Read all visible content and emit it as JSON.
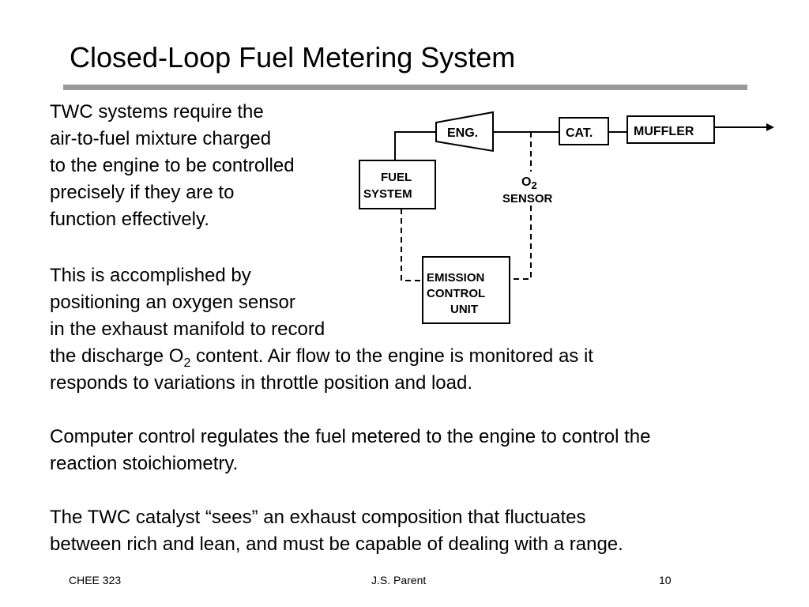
{
  "slide": {
    "title": "Closed-Loop Fuel Metering System"
  },
  "body": {
    "para1_lines": [
      "TWC systems require the",
      "air-to-fuel mixture charged",
      "to the engine to be controlled",
      "precisely if they are to",
      "function effectively."
    ],
    "para2_lines": [
      "This is accomplished by",
      "positioning an oxygen sensor",
      "in the exhaust manifold to record"
    ],
    "para2_line4_a": "the discharge O",
    "para2_line4_sub": "2",
    "para2_line4_b": " content.  Air flow to the engine is monitored as it",
    "para2_line5": "responds to variations in throttle position and load.",
    "para3_lines": [
      "Computer control regulates the fuel metered to the engine to control the",
      "reaction stoichiometry."
    ],
    "para4_lines": [
      "The TWC catalyst “sees” an exhaust composition that fluctuates",
      "between rich and lean, and must be capable of dealing with a range."
    ]
  },
  "diagram": {
    "engine_label": "ENG.",
    "catalyst_label": "CAT.",
    "muffler_label": "MUFFLER",
    "fuel_system_label_1": "FUEL",
    "fuel_system_label_2": "SYSTEM",
    "o2_label_main": "O",
    "o2_label_sub": "2",
    "sensor_label": "SENSOR",
    "ecu_label_1": "EMISSION",
    "ecu_label_2": "CONTROL",
    "ecu_label_3": "UNIT"
  },
  "footer": {
    "course": "CHEE 323",
    "author": "J.S. Parent",
    "page": "10"
  }
}
